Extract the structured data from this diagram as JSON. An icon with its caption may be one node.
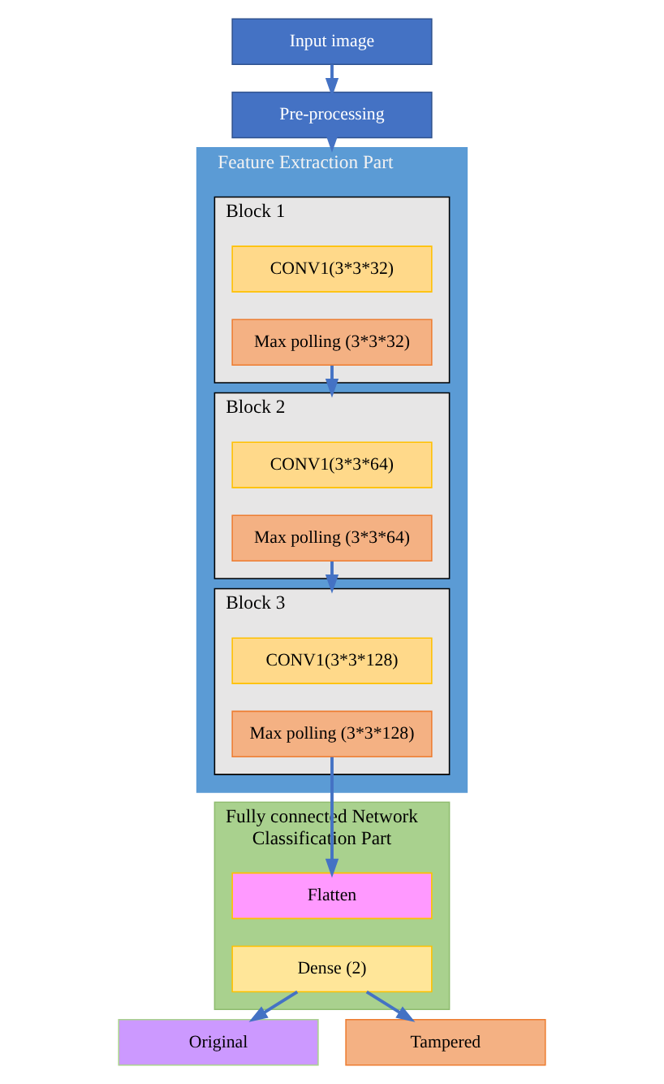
{
  "diagram": {
    "nodes": [
      {
        "text": [
          "Input image"
        ]
      },
      {
        "text": [
          "Pre-processing"
        ]
      },
      {
        "text": [
          "Feature Extraction Part"
        ]
      },
      {
        "text": [
          "Block 1"
        ],
        "in": 2
      },
      {
        "text": [
          "CONV1(3*3*32)"
        ],
        "in": 3
      },
      {
        "text": [
          "Max polling (3*3*32)"
        ],
        "in": 3
      },
      {
        "text": [
          "Block 2"
        ],
        "in": 2
      },
      {
        "text": [
          "CONV1(3*3*64)"
        ],
        "in": 6
      },
      {
        "text": [
          "Max polling (3*3*64)"
        ],
        "in": 6
      },
      {
        "text": [
          "Block 3"
        ],
        "in": 2
      },
      {
        "text": [
          "CONV1(3*3*128)"
        ],
        "in": 9
      },
      {
        "text": [
          "Max polling (3*3*128)"
        ],
        "in": 9
      },
      {
        "text": [
          "Fully connected Network",
          "Classification Part"
        ]
      },
      {
        "text": [
          "Flatten"
        ],
        "in": 12
      },
      {
        "text": [
          "Dense (2)"
        ],
        "in": 12
      },
      {
        "text": [
          "Original"
        ]
      },
      {
        "text": [
          "Tampered"
        ]
      }
    ],
    "edges": [
      {
        "from": 0,
        "to": 1,
        "arrow": "to"
      },
      {
        "from": 1,
        "to": 2,
        "arrow": "to"
      },
      {
        "from": 5,
        "to": 6,
        "arrow": "to"
      },
      {
        "from": 8,
        "to": 9,
        "arrow": "to"
      },
      {
        "from": 11,
        "to": 13,
        "arrow": "to"
      },
      {
        "from": 14,
        "to": 15,
        "arrow": "to"
      },
      {
        "from": 14,
        "to": 16,
        "arrow": "to"
      }
    ]
  }
}
